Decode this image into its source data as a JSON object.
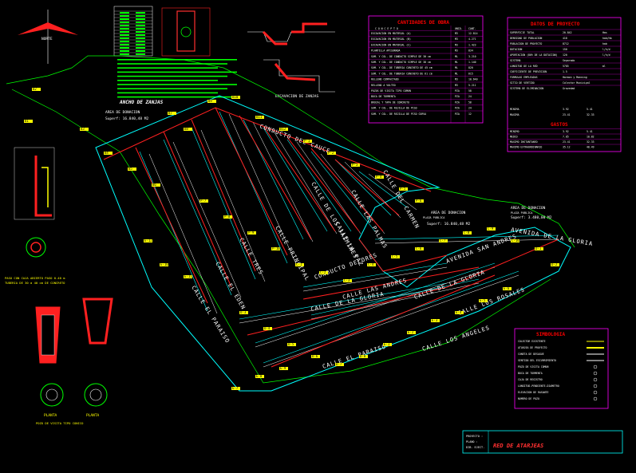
{
  "drawing": {
    "north_label": "NORTE",
    "zanjas_title": "ANCHO DE ZANJAS",
    "detail_excav_label": "EXCAVACION DE ZANJAS",
    "area_left": {
      "line1": "AREA DE DONACION",
      "line2": "Superf: 16.840,48 M2"
    },
    "area_right": {
      "line1": "AREA DE DONACION",
      "line2": "PLAZA PUBLICA",
      "line3": "Superf: 16.840,48 M2"
    },
    "area_far": {
      "line1": "AREA DE DONACION",
      "line2": "PLAZA PUBLICA",
      "line3": "Superf: 3.480,00 M2"
    },
    "section_caption": {
      "line1": "PASO CON CAJA ABIERTO PASO 0.40 m",
      "line2": "TUBERIA DE 30 a 40 cm DE CONCRETO"
    },
    "boca_caption": {
      "line1": "PLANTA",
      "line2": "PLANTA"
    },
    "pozo_caption": "POZO DE VISITA TIPO CONICO",
    "streets": [
      "CONDUCTO DEL CAUCE",
      "CALLE DE LOS JAZMINES",
      "CALLE PRINCIPAL",
      "CALLE EL PARAISO",
      "CALLE EL EDEN",
      "CALLE DE LA GLORIA",
      "CALLE LAS ANDRES",
      "CALLE EL PARAISO",
      "CALLE LOS ANGELES",
      "CALLE DE LA GLORIA",
      "CALLE LOS ROSALES",
      "CONDUCTO DELORES",
      "CALLE TRES",
      "CALLE LAS PALMAS",
      "CALLE DEL CARMEN",
      "CALLE LA PAZ",
      "AVENIDA DE LA GLORIA",
      "AVENIDA SAN ANDRES"
    ],
    "tags": [
      "B1",
      "B2",
      "B3",
      "B4",
      "B5",
      "B6",
      "B7",
      "B8",
      "B9",
      "B10",
      "B11",
      "B12",
      "P-1",
      "P-2",
      "P-3",
      "P-4",
      "P-5",
      "P-6",
      "P-7",
      "P-8",
      "P-9",
      "P-10",
      "C-1",
      "C-2",
      "C-3",
      "C-4",
      "C-5",
      "C-6",
      "C-7",
      "C-8",
      "C-9",
      "C-10",
      "D-1",
      "D-2",
      "D-3",
      "D-4",
      "D-5",
      "D-6",
      "D-7",
      "D-8",
      "E-1",
      "E-2",
      "E-3",
      "E-4",
      "E-5",
      "E-6",
      "E-7",
      "E-8",
      "E-9",
      "E-10",
      "E-11",
      "E-12"
    ]
  },
  "tables": {
    "cantidades": {
      "title": "CANTIDADES DE OBRA",
      "columns": [
        "C O N C E P T O",
        "UNID.",
        "CANT."
      ],
      "rows": [
        [
          "EXCAVACION EN MATERIAL (A)",
          "M3",
          "12.814"
        ],
        [
          "EXCAVACION EN MATERIAL (B)",
          "M3",
          "4.271"
        ],
        [
          "EXCAVACION EN MATERIAL (C)",
          "M3",
          "1.423"
        ],
        [
          "PLANTILLA APISONADA",
          "M3",
          "834"
        ],
        [
          "SUM. Y COL. DE CONDUCTO SIMPLE DE 30 cm",
          "ML",
          "3.210"
        ],
        [
          "SUM. Y COL. DE CONDUCTO SIMPLE DE 38 cm",
          "ML",
          "1.140"
        ],
        [
          "SUM. Y COL. DE TUBERIA CONCRETO DE 45 cm",
          "ML",
          "820"
        ],
        [
          "SUM. Y COL. DE TUBERIA CONCRETO DE 61 cm",
          "ML",
          "615"
        ],
        [
          "RELLENO COMPACTADO",
          "M3",
          "10.640"
        ],
        [
          "RELLENO A VOLTEO",
          "M3",
          "5.211"
        ],
        [
          "POZOS DE VISITA TIPO COMUN",
          "PZA",
          "58"
        ],
        [
          "BOCA DE TORMENTA",
          "PZA",
          "24"
        ],
        [
          "BROCAL Y TAPA DE CONCRETO",
          "PZA",
          "58"
        ],
        [
          "SUM. Y COL. DE REJILLA DE PISO",
          "PZA",
          "24"
        ],
        [
          "SUM. Y COL. DE REJILLA DE PISO CURVA",
          "PZA",
          "12"
        ]
      ]
    },
    "datos": {
      "title": "DATOS DE PROYECTO",
      "rows": [
        [
          "SUPERFICIE TOTAL",
          "20.842",
          "Has"
        ],
        [
          "DENSIDAD DE POBLACION",
          "418",
          "hab/Ha"
        ],
        [
          "POBLACION DE PROYECTO",
          "8712",
          "hab"
        ],
        [
          "DOTACION",
          "150",
          "l/h/d"
        ],
        [
          "APORTACION (80% DE LA DOTACION)",
          "120",
          "l/h/d"
        ],
        [
          "SISTEMA",
          "Separado",
          ""
        ],
        [
          "LONGITUD DE LA RED",
          "5785",
          "ml"
        ],
        [
          "COEFICIENTE DE PREVISION",
          "1.5",
          ""
        ],
        [
          "FORMULAS EMPLEADAS",
          "Harmon y Manning",
          ""
        ],
        [
          "SITIO DE VERTIDO",
          "Colector Municipal",
          ""
        ],
        [
          "SISTEMA DE ELIMINACION",
          "Gravedad",
          ""
        ]
      ],
      "gastos_title": "GASTOS",
      "gastos_rows": [
        [
          "MINIMO",
          "3.92",
          "5.41"
        ],
        [
          "MEDIO",
          "7.85",
          "10.82"
        ],
        [
          "MAXIMO INSTANTANEO",
          "23.41",
          "32.33"
        ],
        [
          "MAXIMO EXTRAORDINARIO",
          "35.12",
          "48.49"
        ]
      ],
      "qs_rows": [
        [
          "MINIMA",
          "3.92",
          "5.41"
        ],
        [
          "MAXIMA",
          "23.41",
          "32.33"
        ]
      ]
    },
    "simbologia": {
      "title": "SIMBOLOGIA",
      "rows": [
        "COLECTOR EXISTENTE",
        "ATARJEA DE PROYECTO",
        "CUNETA DE DESAGUE",
        "SENTIDO DEL ESCURRIMIENTO",
        "POZO DE VISITA COMUN",
        "BOCA DE TORMENTA",
        "CAJA DE REGISTRO",
        "LONGITUD-PENDIENTE-DIAMETRO",
        "ELEVACION DE RASANTE",
        "NUMERO DE POZO"
      ]
    }
  },
  "title_block": {
    "line1": "PROYECTO :",
    "line2": "PLANO :",
    "line3": "DIB. EJECT.",
    "title": "RED DE ATARJEAS"
  },
  "colors": {
    "background": "#000000",
    "cyan": "#00ffff",
    "magenta": "#ff00ff",
    "yellow": "#ffff00",
    "red": "#ff0000",
    "green": "#00ff00",
    "white": "#ffffff"
  }
}
